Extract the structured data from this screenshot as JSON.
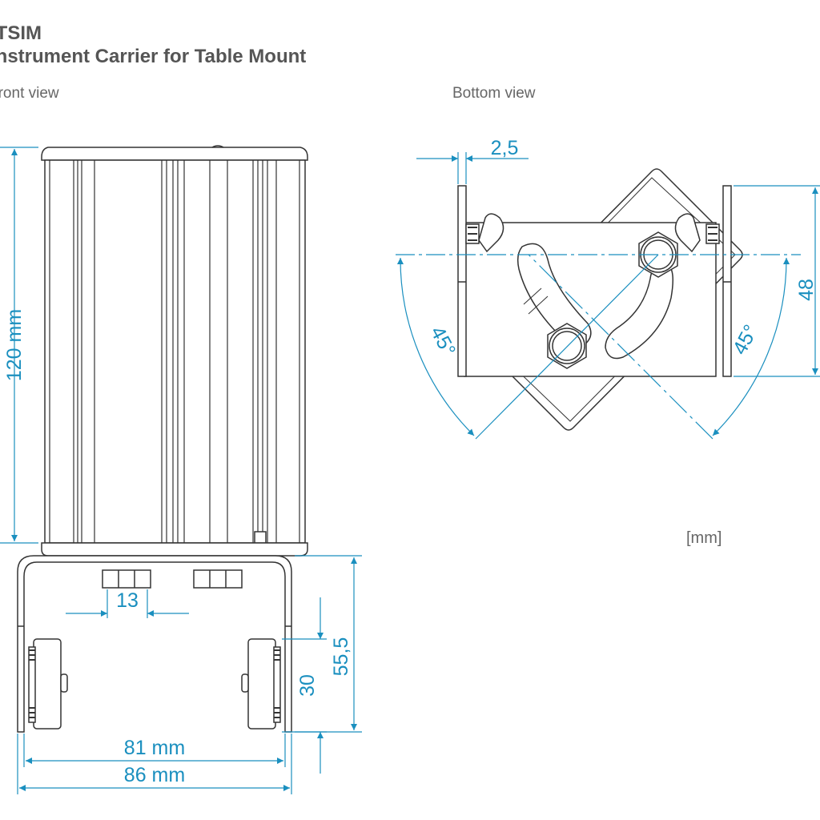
{
  "title": {
    "brand": "ITSIM",
    "product": "Instrument Carrier for Table Mount"
  },
  "views": {
    "front": "Front view",
    "bottom": "Bottom view"
  },
  "unit_note": "[mm]",
  "dimensions": {
    "height_120": "120 mm",
    "width_13": "13",
    "width_81": "81 mm",
    "width_86": "86 mm",
    "height_30": "30",
    "height_55_5": "55,5",
    "thickness_2_5": "2,5",
    "height_48": "48",
    "angle_left": "45°",
    "angle_right": "45°"
  },
  "colors": {
    "dimension": "#1a8fbf",
    "outline": "#333333",
    "title": "#555555"
  }
}
